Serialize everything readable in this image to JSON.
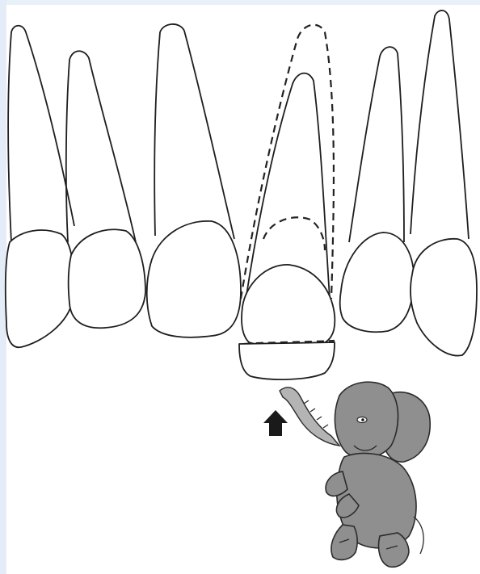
{
  "figure": {
    "subject": "intrusion-of-incisor-illustration",
    "colors": {
      "background": "#ffffff",
      "outline": "#1e1e1e",
      "elephant_fill": "#8f8f8f",
      "arrow": "#1a1a1a"
    },
    "teeth": [
      {
        "id": "tooth-1",
        "type": "lateral-incisor"
      },
      {
        "id": "tooth-2",
        "type": "canine"
      },
      {
        "id": "tooth-3",
        "type": "central-incisor"
      },
      {
        "id": "tooth-4",
        "type": "central-incisor-intruded"
      },
      {
        "id": "tooth-5",
        "type": "canine"
      },
      {
        "id": "tooth-6",
        "type": "lateral-incisor"
      }
    ],
    "force_arrow": {
      "direction": "up"
    },
    "mascot": {
      "icon": "elephant-icon"
    }
  }
}
